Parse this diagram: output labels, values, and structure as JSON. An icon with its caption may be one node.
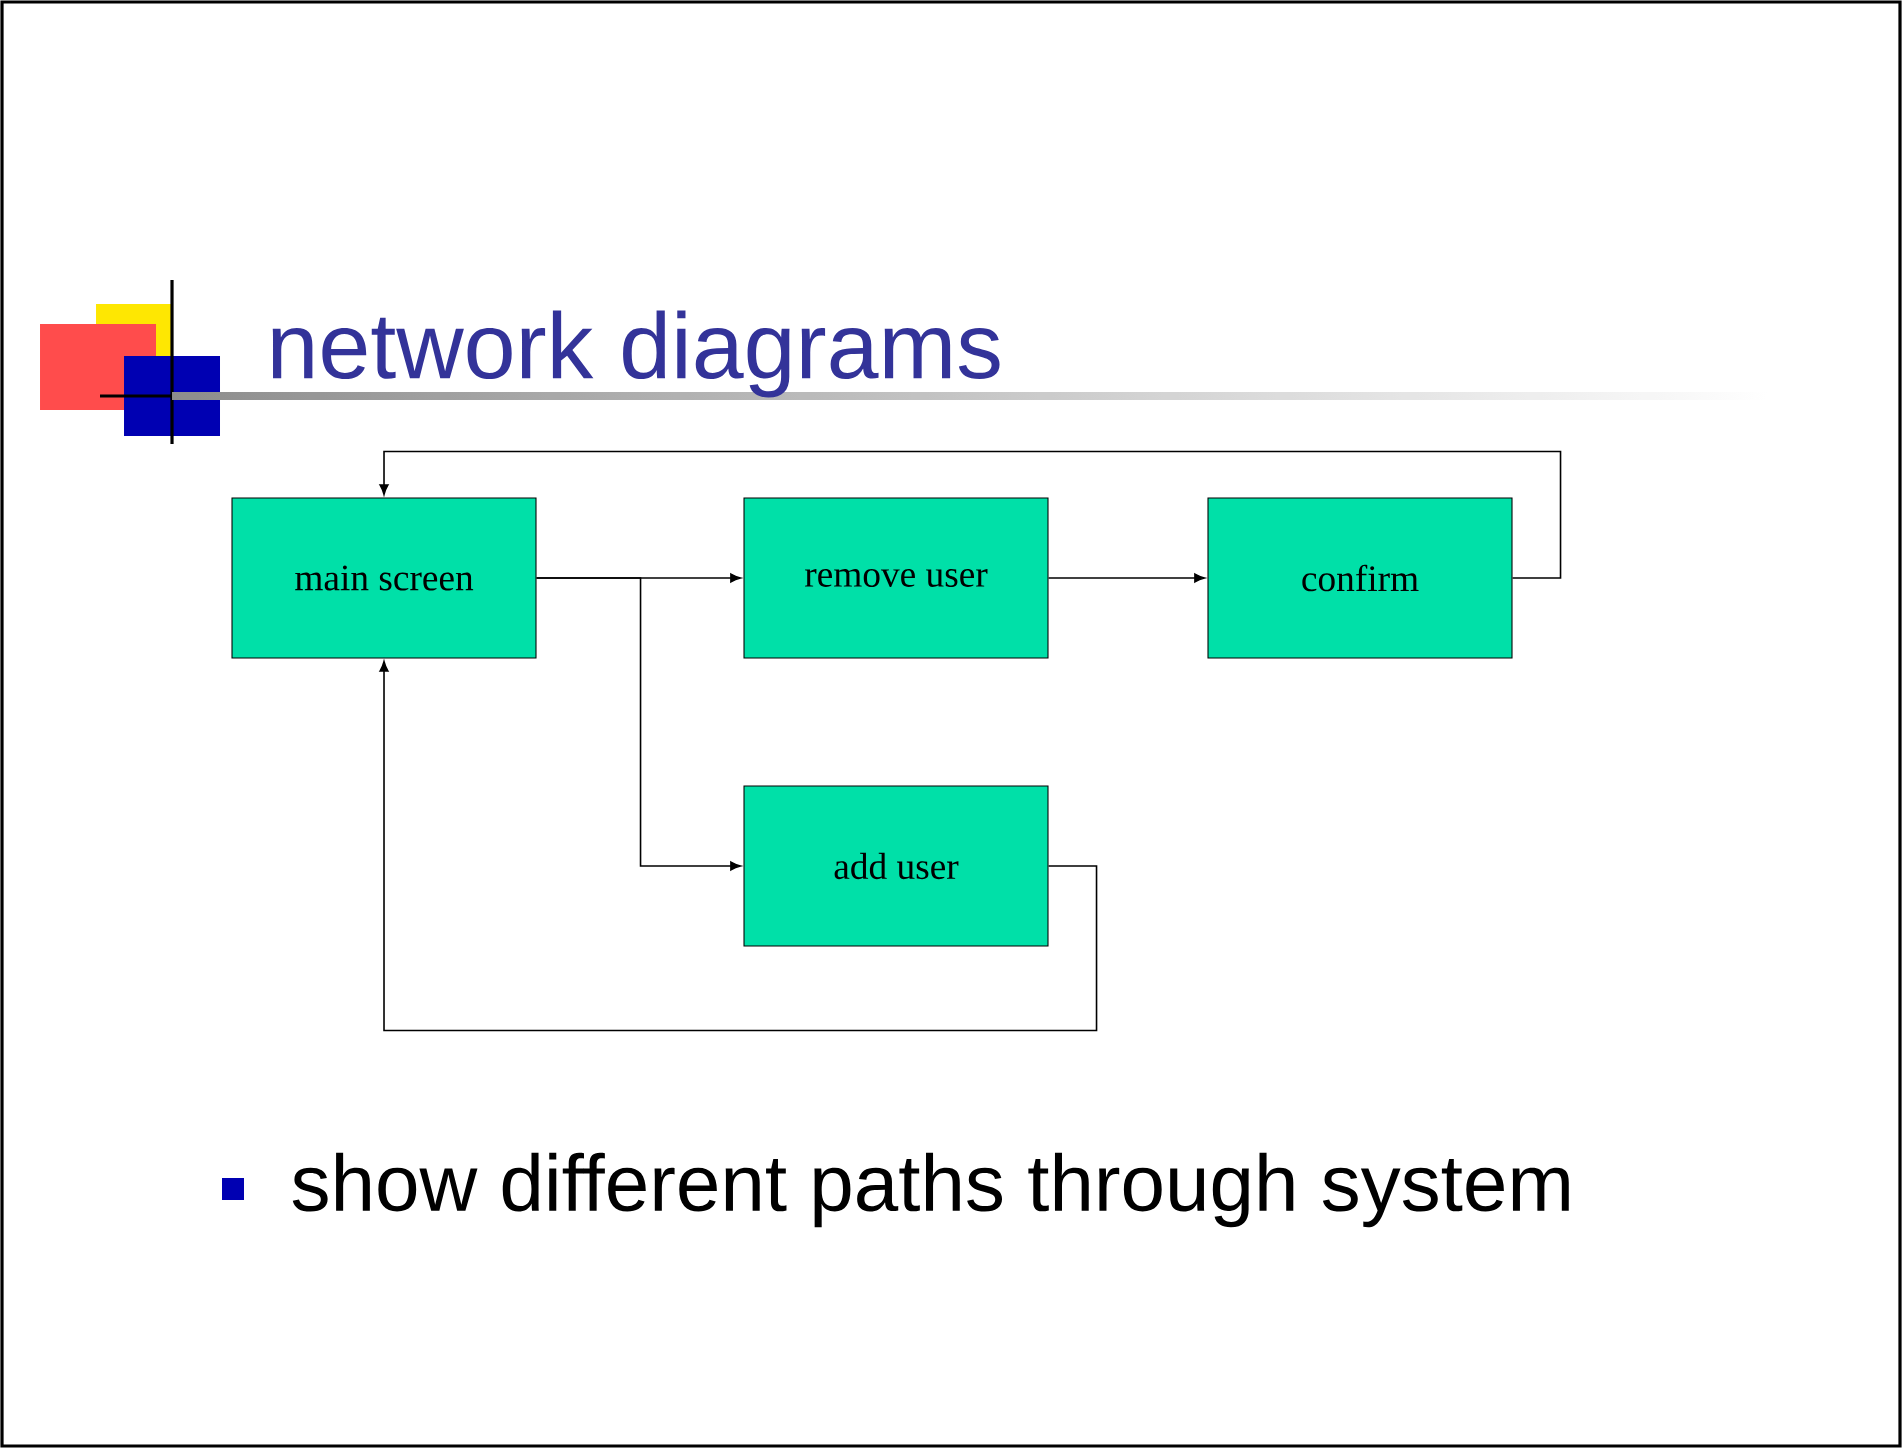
{
  "diagram": {
    "title": "network diagrams",
    "nodes": [
      {
        "text": [
          "main screen"
        ]
      },
      {
        "text": [
          "remove user"
        ]
      },
      {
        "text": [
          "confirm"
        ]
      },
      {
        "text": [
          "add user"
        ]
      }
    ],
    "edges": [
      {
        "from": 0,
        "to": 1,
        "arrow": "to"
      },
      {
        "from": 0,
        "to": 3,
        "arrow": "to"
      },
      {
        "from": 1,
        "to": 2,
        "arrow": "to"
      },
      {
        "from": 2,
        "to": 0,
        "arrow": "to"
      },
      {
        "from": 3,
        "to": 0,
        "arrow": "to"
      }
    ],
    "labels": [
      "show different paths through system"
    ]
  }
}
